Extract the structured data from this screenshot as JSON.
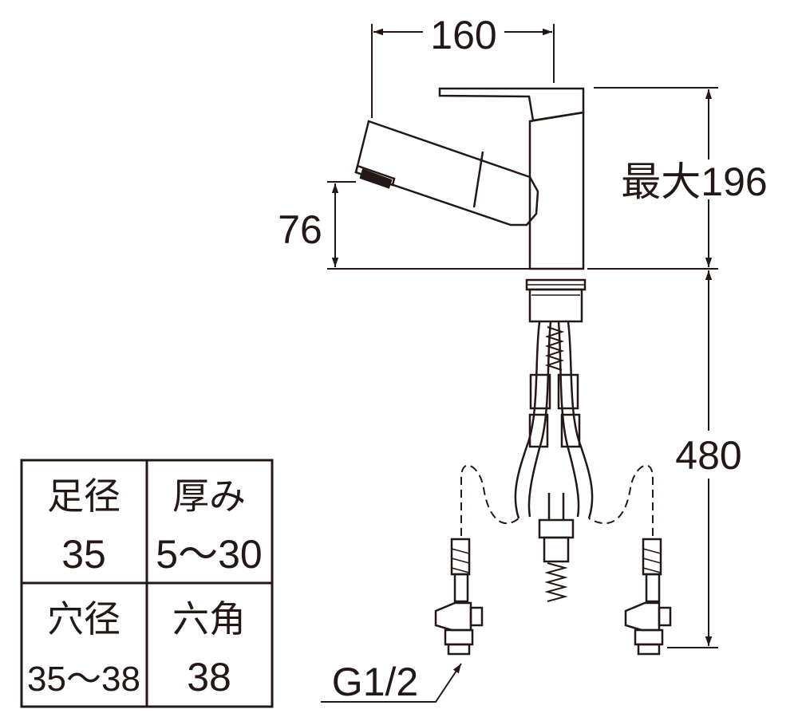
{
  "dimensions": {
    "width": "160",
    "height_max": "最大196",
    "spout_height": "76",
    "hose_length": "480",
    "thread": "G1/2"
  },
  "spec_table": {
    "rows": [
      [
        {
          "label": "足径",
          "value": "35"
        },
        {
          "label": "厚み",
          "value": "5～30"
        }
      ],
      [
        {
          "label": "穴径",
          "value": "35～38"
        },
        {
          "label": "六角",
          "value": "38"
        }
      ]
    ]
  },
  "colors": {
    "line": "#231815",
    "background": "#ffffff"
  }
}
